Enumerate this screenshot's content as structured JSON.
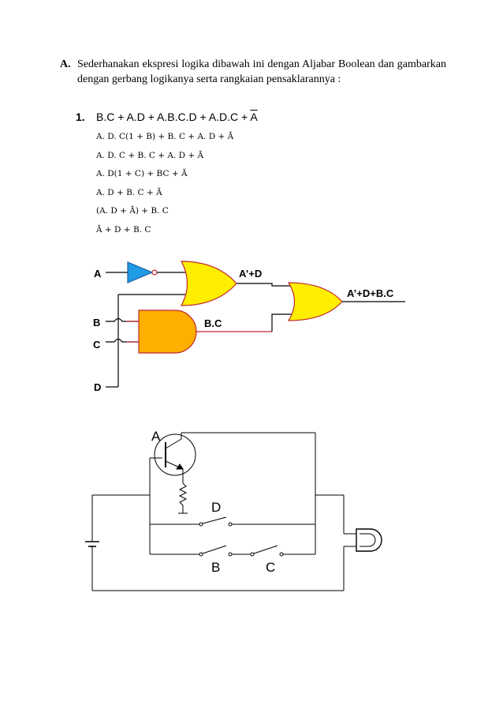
{
  "section": {
    "label": "A.",
    "instruction": "Sederhanakan ekspresi logika dibawah ini dengan Aljabar Boolean dan gambarkan dengan gerbang logikanya serta rangkaian pensaklarannya :"
  },
  "problem": {
    "number": "1.",
    "expression_main": "B.C + A.D + A.B.C.D + A.D.C + ",
    "expression_bar": "A"
  },
  "steps": [
    "A. D. C(1 + B) + B. C + A. D + Ā",
    "A. D. C + B. C + A. D + Ā",
    "A. D(1 + C) + BC + Ā",
    "A. D + B. C + Ā",
    "(A. D + Ā) + B. C",
    "Ā + D + B. C"
  ],
  "logic_diagram": {
    "input_a": "A",
    "input_b": "B",
    "input_c": "C",
    "input_d": "D",
    "or1_output": "A’+D",
    "and_output": "B.C",
    "final_output": "A’+D+B.C",
    "colors": {
      "not_gate": "#1e9be6",
      "or_gate": "#ffee00",
      "and_gate": "#ffaf00",
      "gate_outline": "#c0282e"
    }
  },
  "switch_circuit": {
    "transistor": "A",
    "switch_d": "D",
    "switch_b": "B",
    "switch_c": "C"
  }
}
